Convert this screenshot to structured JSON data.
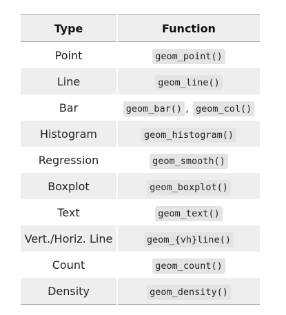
{
  "table": {
    "headers": [
      "Type",
      "Function"
    ],
    "rows": [
      {
        "type": "Point",
        "functions": [
          "geom_point()"
        ]
      },
      {
        "type": "Line",
        "functions": [
          "geom_line()"
        ]
      },
      {
        "type": "Bar",
        "functions": [
          "geom_bar()",
          "geom_col()"
        ],
        "separator": ","
      },
      {
        "type": "Histogram",
        "functions": [
          "geom_histogram()"
        ]
      },
      {
        "type": "Regression",
        "functions": [
          "geom_smooth()"
        ]
      },
      {
        "type": "Boxplot",
        "functions": [
          "geom_boxplot()"
        ]
      },
      {
        "type": "Text",
        "functions": [
          "geom_text()"
        ]
      },
      {
        "type": "Vert./Horiz. Line",
        "functions": [
          "geom_{vh}line()"
        ]
      },
      {
        "type": "Count",
        "functions": [
          "geom_count()"
        ]
      },
      {
        "type": "Density",
        "functions": [
          "geom_density()"
        ]
      }
    ]
  },
  "colors": {
    "shade": "#eeeeee",
    "code_bg": "#e4e4e4",
    "rule": "#9a9a9a"
  }
}
